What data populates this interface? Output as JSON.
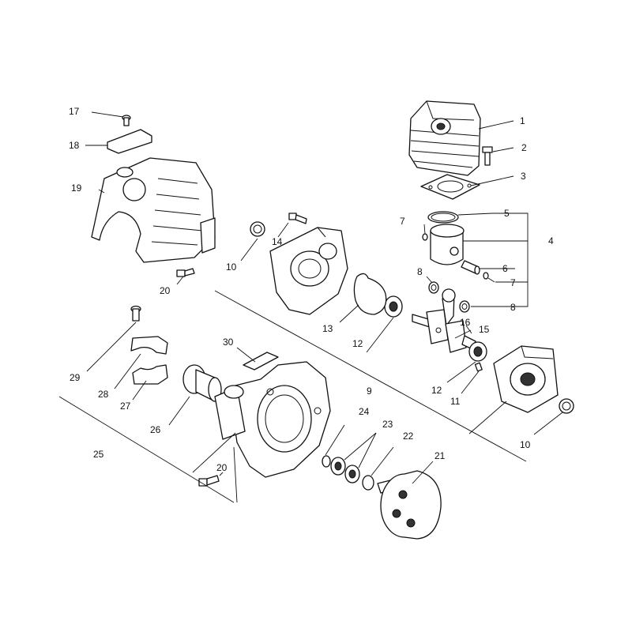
{
  "diagram": {
    "colors": {
      "line": "#111111",
      "background": "#ffffff"
    },
    "callouts": {
      "c1": "1",
      "c2": "2",
      "c3": "3",
      "c4": "4",
      "c5": "5",
      "c6": "6",
      "c7a": "7",
      "c7b": "7",
      "c8a": "8",
      "c8b": "8",
      "c9": "9",
      "c10a": "10",
      "c10b": "10",
      "c11": "11",
      "c12a": "12",
      "c12b": "12",
      "c13": "13",
      "c14": "14",
      "c15": "15",
      "c16": "16",
      "c17": "17",
      "c18": "18",
      "c19": "19",
      "c20a": "20",
      "c20b": "20",
      "c21": "21",
      "c22": "22",
      "c23": "23",
      "c24": "24",
      "c25": "25",
      "c26": "26",
      "c27": "27",
      "c28": "28",
      "c29": "29",
      "c30": "30"
    }
  }
}
